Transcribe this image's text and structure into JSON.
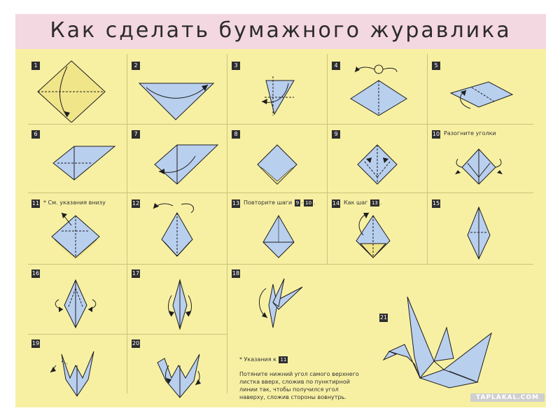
{
  "title": "Как сделать бумажного журавлика",
  "colors": {
    "background": "#f7f0a3",
    "title_band": "#f3d7e1",
    "paper_blue": "#b9cfee",
    "paper_yellow": "#f1e58a",
    "line": "#1e1e1e"
  },
  "steps": [
    {
      "number": "1"
    },
    {
      "number": "2"
    },
    {
      "number": "3"
    },
    {
      "number": "4"
    },
    {
      "number": "5"
    },
    {
      "number": "6"
    },
    {
      "number": "7"
    },
    {
      "number": "8"
    },
    {
      "number": "9"
    },
    {
      "number": "10",
      "caption": "Разогните уголки"
    },
    {
      "number": "11",
      "caption": "См. указания внизу"
    },
    {
      "number": "12"
    },
    {
      "number": "13",
      "caption": "Повторите шаги",
      "ref_a": "9",
      "ref_sep": "-",
      "ref_b": "10",
      "ref_end": "."
    },
    {
      "number": "14",
      "caption": "Как шаг",
      "ref_a": "13",
      "ref_end": "."
    },
    {
      "number": "15"
    },
    {
      "number": "16"
    },
    {
      "number": "17"
    },
    {
      "number": "18"
    },
    {
      "number": "19"
    },
    {
      "number": "20"
    },
    {
      "number": "21"
    }
  ],
  "note": {
    "heading": "Указания к",
    "ref": "11",
    "text": "Потяните нижний угол самого верхнего\nлистка вверх, сложив по пунктирной\nлинии так, чтобы получился угол\nнаверху, сложив стороны вовнутрь."
  },
  "watermark": "TAPLAKAL.COM"
}
